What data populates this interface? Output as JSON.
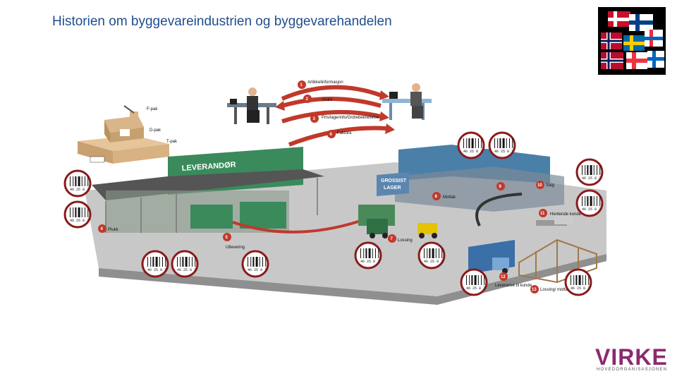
{
  "slide": {
    "title": "Historien om byggevareindustrien og byggevarehandelen"
  },
  "flow": [
    {
      "num": "1",
      "label": "Artikkelinformasjon"
    },
    {
      "num": "2",
      "label": "Ordre"
    },
    {
      "num": "3",
      "label": "Pris/lagerinfo/Ordrebekreftelse"
    },
    {
      "num": "6",
      "label": "Faktura"
    }
  ],
  "packaging": {
    "f_pak": "F-pak",
    "d_pak": "D-pak",
    "t_pak": "T-pak"
  },
  "buildings": {
    "supplier": "LEVERANDØR",
    "wholesaler_line1": "GROSSIST",
    "wholesaler_line2": "LAGER"
  },
  "steps": [
    {
      "num": "4",
      "label": "Plukk"
    },
    {
      "num": "5",
      "label": "Utlevering"
    },
    {
      "num": "7",
      "label": "Lossing"
    },
    {
      "num": "8",
      "label": "Mottak"
    },
    {
      "num": "9",
      "label": ""
    },
    {
      "num": "10",
      "label": "Salg"
    },
    {
      "num": "11",
      "label": "Hentende kunde"
    },
    {
      "num": "12",
      "label": "Leveranse til kunde"
    },
    {
      "num": "13",
      "label": "Lossing/ mottak"
    }
  ],
  "barcode_text": "46 25 8 7",
  "brand": {
    "name": "VIRKE",
    "subtitle": "HOVEDORGANISASJONEN",
    "color": "#8b2a6e"
  },
  "colors": {
    "arrow": "#c0392b",
    "supplier_building": "#3a8a5c",
    "wholesaler_building": "#4a7fa8",
    "ground": "#b8b8b8"
  }
}
